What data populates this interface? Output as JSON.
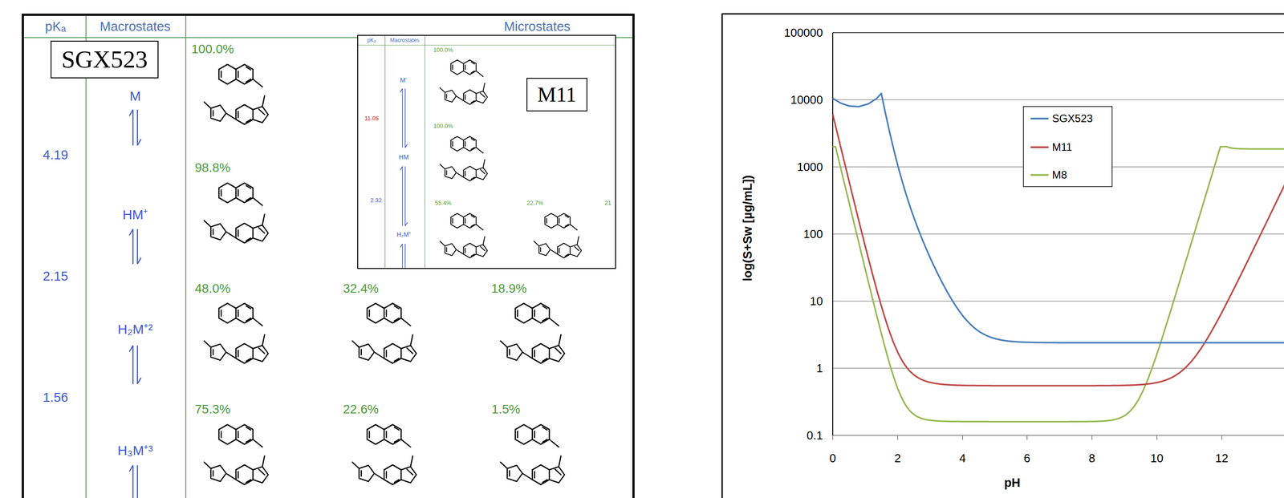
{
  "diagram": {
    "nodes": [
      {
        "text": [
          "SGX523"
        ]
      },
      {
        "text": [
          "M11"
        ]
      }
    ],
    "labels": [
      "pKₐ",
      "Macrostates",
      "Microstates",
      "100.0%",
      "M",
      "4.19",
      "98.8%",
      "HM⁺",
      "2.15",
      "48.0%",
      "32.4%",
      "18.9%",
      "H₂M⁺²",
      "1.56",
      "75.3%",
      "22.6%",
      "1.5%",
      "H₃M⁺³",
      "pKₐ",
      "Macrostates",
      "100.0%",
      "M⁻",
      "11.05",
      "100.0%",
      "HM",
      "2.32",
      "55.4%",
      "22.7%",
      "21",
      "H₂M⁺",
      "100000",
      "10000",
      "1000",
      "100",
      "10",
      "1",
      "0.1",
      "0",
      "2",
      "4",
      "6",
      "8",
      "10",
      "12",
      "log(S+Sw [µg/mL])",
      "pH"
    ],
    "legend": [
      {
        "text": "SGX523",
        "color": "#4a7ebb"
      },
      {
        "text": "M11",
        "color": "#be4b48"
      },
      {
        "text": "M8",
        "color": "#98b954"
      }
    ]
  }
}
